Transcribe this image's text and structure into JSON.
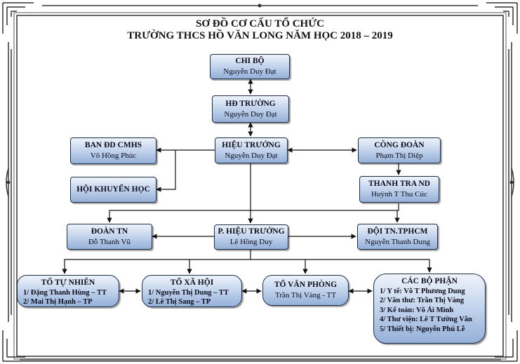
{
  "title": {
    "line1": "SƠ ĐỒ CƠ CẤU TỔ CHỨC",
    "line2": "TRƯỜNG THCS HỒ VĂN LONG NĂM HỌC 2018 – 2019"
  },
  "nodes": {
    "chi_bo": {
      "title": "CHI BỘ",
      "name": "Nguyễn Duy Đạt"
    },
    "hd_truong": {
      "title": "HĐ TRƯỜNG",
      "name": "Nguyễn Duy Đạt"
    },
    "hieu_truong": {
      "title": "HIỆU TRƯỞNG",
      "name": "Nguyễn Duy Đạt"
    },
    "ban_dd": {
      "title": "BAN ĐD CMHS",
      "name": "Võ Hồng Phúc"
    },
    "hoi_khuyen_hoc": {
      "title": "HỘI KHUYẾN HỌC"
    },
    "cong_doan": {
      "title": "CÔNG ĐOÀN",
      "name": "Phạm Thị Diệp"
    },
    "thanh_tra": {
      "title": "THANH TRA ND",
      "name": "Huỳnh T Thu Cúc"
    },
    "doan_tn": {
      "title": "ĐOÀN TN",
      "name": "Đỗ Thanh Vũ"
    },
    "pho_hieu_truong": {
      "title": "P.  HIỆU TRƯỞNG",
      "name": "Lê Hồng Duy"
    },
    "doi_tn": {
      "title": "ĐỘI TN.TPHCM",
      "name": "Nguyễn Thanh Dung"
    },
    "to_tu_nhien": {
      "title": "TỔ TỰ NHIÊN",
      "items": [
        "1/ Đặng Thanh Hùng – TT",
        "2/ Mai Thị Hạnh – TP"
      ]
    },
    "to_xa_hoi": {
      "title": "TỔ XÃ HỘI",
      "items": [
        "1/ Nguyễn Thị Dung – TT",
        "2/ Lê Thị Sang – TP"
      ]
    },
    "to_van_phong": {
      "title": "TỔ VĂN PHÒNG",
      "name": "Trần Thị Vàng - TT"
    },
    "cac_bo_phan": {
      "title": "CÁC BỘ PHẬN",
      "items": [
        "1/ Y tế: Võ T Phương Dung",
        "2/ Văn thư: Trần Thị Vàng",
        "3/ Kế toán: Võ Ái Minh",
        "4/ Thư viện: Lê T Tường Vân",
        "5/ Thiết bị: Nguyễn Phú Lễ"
      ]
    }
  },
  "colors": {
    "box_top": "#eef3fb",
    "box_bottom": "#95b0d8",
    "border": "#1c2d4a",
    "frame": "#333333"
  }
}
